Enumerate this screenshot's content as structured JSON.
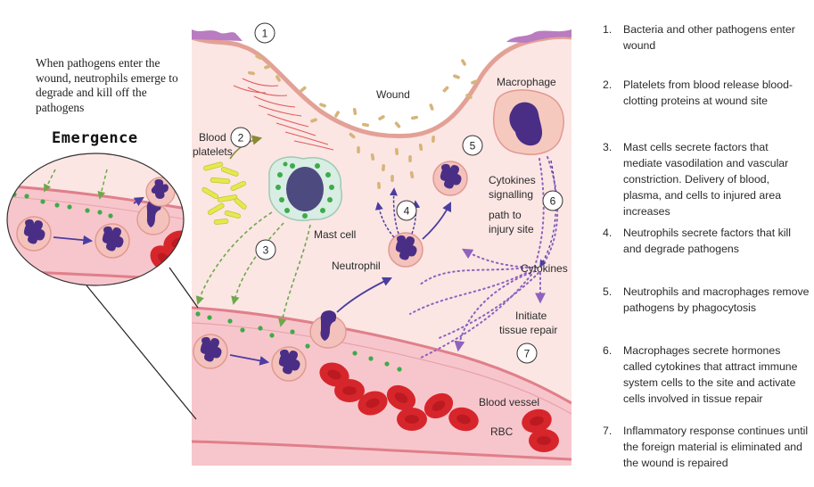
{
  "intro_text": "When pathogens enter the wound, neutrophils emerge to degrade and kill off the pathogens",
  "emergence_label": "Emergence",
  "diagram": {
    "wound": "Wound",
    "blood_platelets": [
      "Blood",
      "platelets"
    ],
    "mast_cell": "Mast cell",
    "neutrophil": "Neutrophil",
    "macrophage": "Macrophage",
    "cytokines_path": [
      "Cytokines",
      "signalling",
      "path to",
      "injury site"
    ],
    "cytokines": "Cytokines",
    "initiate_repair": [
      "Initiate",
      "tissue repair"
    ],
    "blood_vessel": "Blood vessel",
    "rbc": "RBC",
    "markers": [
      "1",
      "2",
      "3",
      "4",
      "5",
      "6",
      "7"
    ]
  },
  "steps": [
    {
      "num": "1.",
      "text": "Bacteria and other pathogens enter wound"
    },
    {
      "num": "2.",
      "text": "Platelets from blood release blood-clotting proteins at wound site"
    },
    {
      "num": "3.",
      "text": "Mast cells secrete factors that mediate vasodilation and vascular constriction. Delivery of blood, plasma, and cells to injured area increases"
    },
    {
      "num": "4.",
      "text": "Neutrophils secrete factors that kill and degrade pathogens"
    },
    {
      "num": "5.",
      "text": "Neutrophils and macrophages remove pathogens by phagocytosis"
    },
    {
      "num": "6.",
      "text": "Macrophages secrete hormones called cytokines that attract immune system cells to the site and activate cells involved in tissue repair"
    },
    {
      "num": "7.",
      "text": "Inflammatory response continues until the foreign material is eliminated and the wound is repaired"
    }
  ],
  "colors": {
    "tissue": "#fbe6e4",
    "skin_edge": "#e3a196",
    "skin_top": "#b97cc0",
    "vessel": "#f7c6cc",
    "rbc": "#d6262c",
    "nucleus": "#4a2e86",
    "granule": "#3dab4a",
    "mast_body": "#d8ede3",
    "platelet": "#e7e84b",
    "bacteria": "#d7b47a",
    "arrow_blue": "#4b3da0",
    "dots_purple": "#8e62bd",
    "dash_green": "#6ea84a"
  },
  "icons": [
    "neutrophil-cell-icon",
    "mast-cell-icon",
    "macrophage-cell-icon",
    "red-blood-cell-icon",
    "platelet-icon",
    "bacteria-icon"
  ]
}
